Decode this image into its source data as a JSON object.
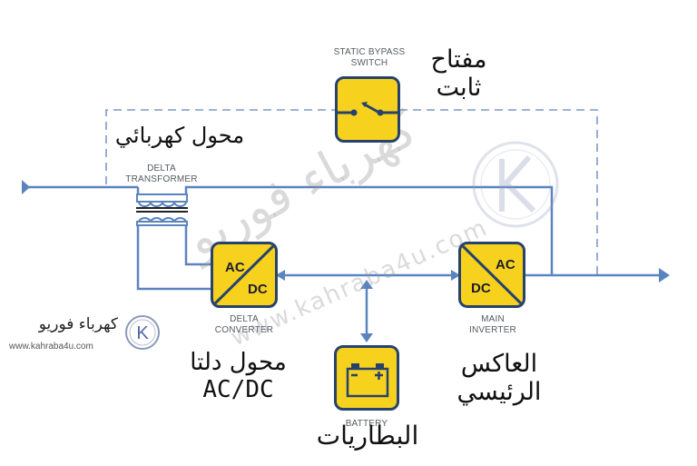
{
  "diagram": {
    "type": "UPS delta conversion block diagram",
    "colors": {
      "line": "#5b84bf",
      "box_fill": "#f6d21f",
      "box_border": "#27426b",
      "dashed_line": "#7d9ac4"
    },
    "components": {
      "static_bypass_switch": {
        "en_label_line1": "STATIC BYPASS",
        "en_label_line2": "SWITCH",
        "ar_label_line1": "مفتاح",
        "ar_label_line2": "ثابت",
        "icon": "switch-icon"
      },
      "delta_transformer": {
        "en_label_line1": "DELTA",
        "en_label_line2": "TRANSFORMER",
        "ar_label": "محول كهربائي",
        "icon": "transformer-icon"
      },
      "delta_converter": {
        "top_text": "AC",
        "bottom_text": "DC",
        "en_label_line1": "DELTA",
        "en_label_line2": "CONVERTER",
        "ar_label_line1": "محول دلتا",
        "ar_label_line2": "AC/DC"
      },
      "main_inverter": {
        "top_text": "AC",
        "bottom_text": "DC",
        "en_label_line1": "MAIN",
        "en_label_line2": "INVERTER",
        "ar_label_line1": "العاكس",
        "ar_label_line2": "الرئيسي"
      },
      "battery": {
        "en_label": "BATTERY",
        "ar_label": "البطاريات",
        "minus": "−",
        "plus": "+",
        "icon": "battery-icon"
      }
    }
  },
  "branding": {
    "logo_letter": "K",
    "logo_name": "كهرباء فوريو",
    "logo_url": "www.kahraba4u.com",
    "watermark_ar": "كهرباء فوريو",
    "watermark_url": "www.kahraba4u.com"
  }
}
